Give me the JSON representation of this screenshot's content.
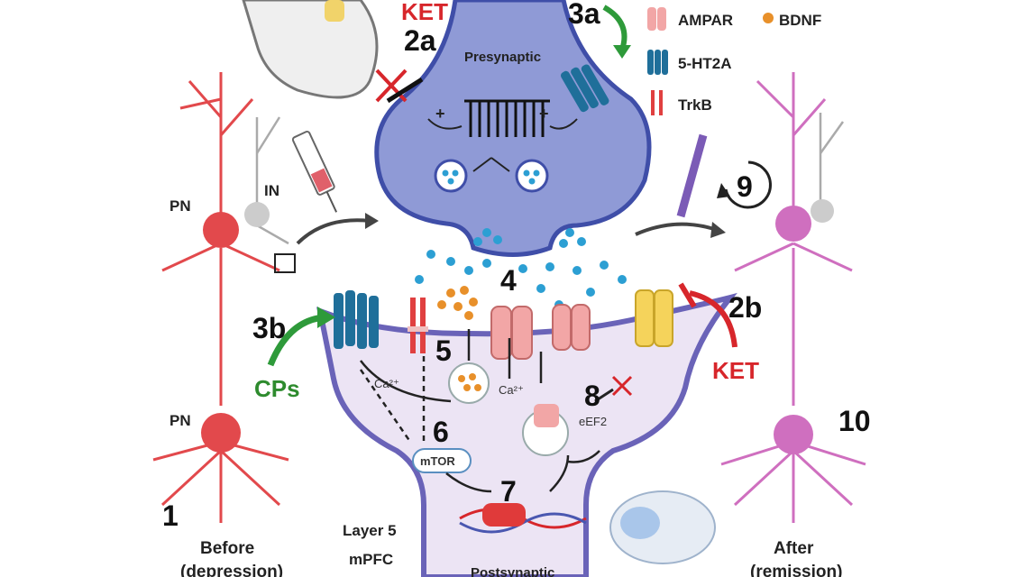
{
  "labels": {
    "ket_top": "KET",
    "step_2a": "2a",
    "step_3a": "3a",
    "presynaptic": "Presynaptic",
    "postsynaptic": "Postsynaptic",
    "pn_upper": "PN",
    "pn_lower": "PN",
    "in_label": "IN",
    "step_3b": "3b",
    "cps": "CPs",
    "step_4": "4",
    "step_5": "5",
    "step_6": "6",
    "step_7": "7",
    "step_8": "8",
    "step_9": "9",
    "step_10": "10",
    "step_1": "1",
    "step_2b": "2b",
    "ket_right": "KET",
    "mtor": "mTOR",
    "eef2": "eEF2",
    "ca_left": "Ca²⁺",
    "ca_mid": "Ca²⁺",
    "layer5": "Layer 5",
    "mpfc": "mPFC",
    "before": "Before",
    "before_sub": "(depression)",
    "after": "After",
    "after_sub": "(remission)",
    "plus_left": "+",
    "plus_right": "+"
  },
  "legend": {
    "ampar": "AMPAR",
    "bdnf": "BDNF",
    "ht2a": "5-HT2A",
    "trkb": "TrkB"
  },
  "colors": {
    "presynaptic_fill": "#8f9ad6",
    "presynaptic_stroke": "#4a57b0",
    "postsynaptic_fill": "#ece4f4",
    "postsynaptic_stroke": "#6a63b8",
    "neuron_red": "#e2494c",
    "neuron_pink": "#cf6fbf",
    "ampar_pink": "#f2a6a6",
    "receptor_teal": "#1f6f9a",
    "bdnf_orange": "#e8902a",
    "vesicle_blue": "#2c9fd3",
    "ket_red": "#d7262b",
    "cps_green": "#2e9a3a"
  }
}
